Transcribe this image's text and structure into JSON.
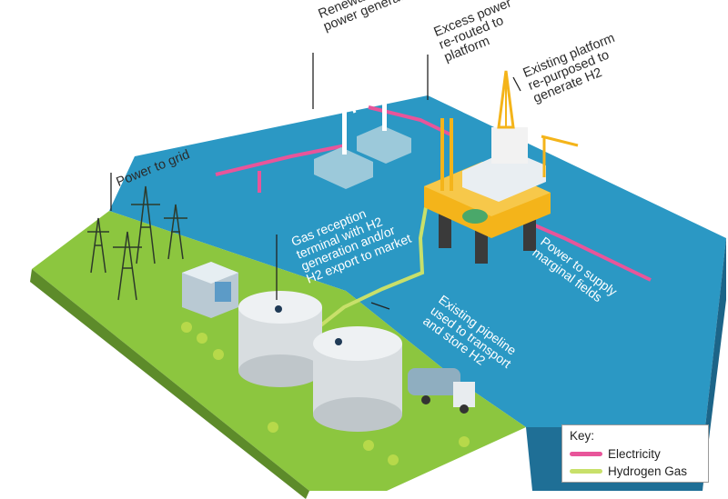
{
  "labels": {
    "renewable": "Renewable\npower generation",
    "excess": "Excess power\nre-routed to\nplatform",
    "platform": "Existing platform\nre-purposed to\ngenerate H2",
    "grid": "Power to grid",
    "terminal": "Gas reception\nterminal with H2\ngeneration and/or\nH2 export to market",
    "pipeline": "Existing pipeline\nused to transport\nand store H2",
    "marginal": "Power to supply\nmarginal fields"
  },
  "key": {
    "title": "Key:",
    "items": [
      {
        "label": "Electricity",
        "color": "#e8559a"
      },
      {
        "label": "Hydrogen Gas",
        "color": "#c8e06a"
      }
    ]
  },
  "colors": {
    "sea": "#2b98c4",
    "sea_side": "#1f6f96",
    "land": "#8cc63f",
    "land_side": "#5d8b2a",
    "electricity": "#e8559a",
    "hydrogen": "#c8e06a"
  }
}
